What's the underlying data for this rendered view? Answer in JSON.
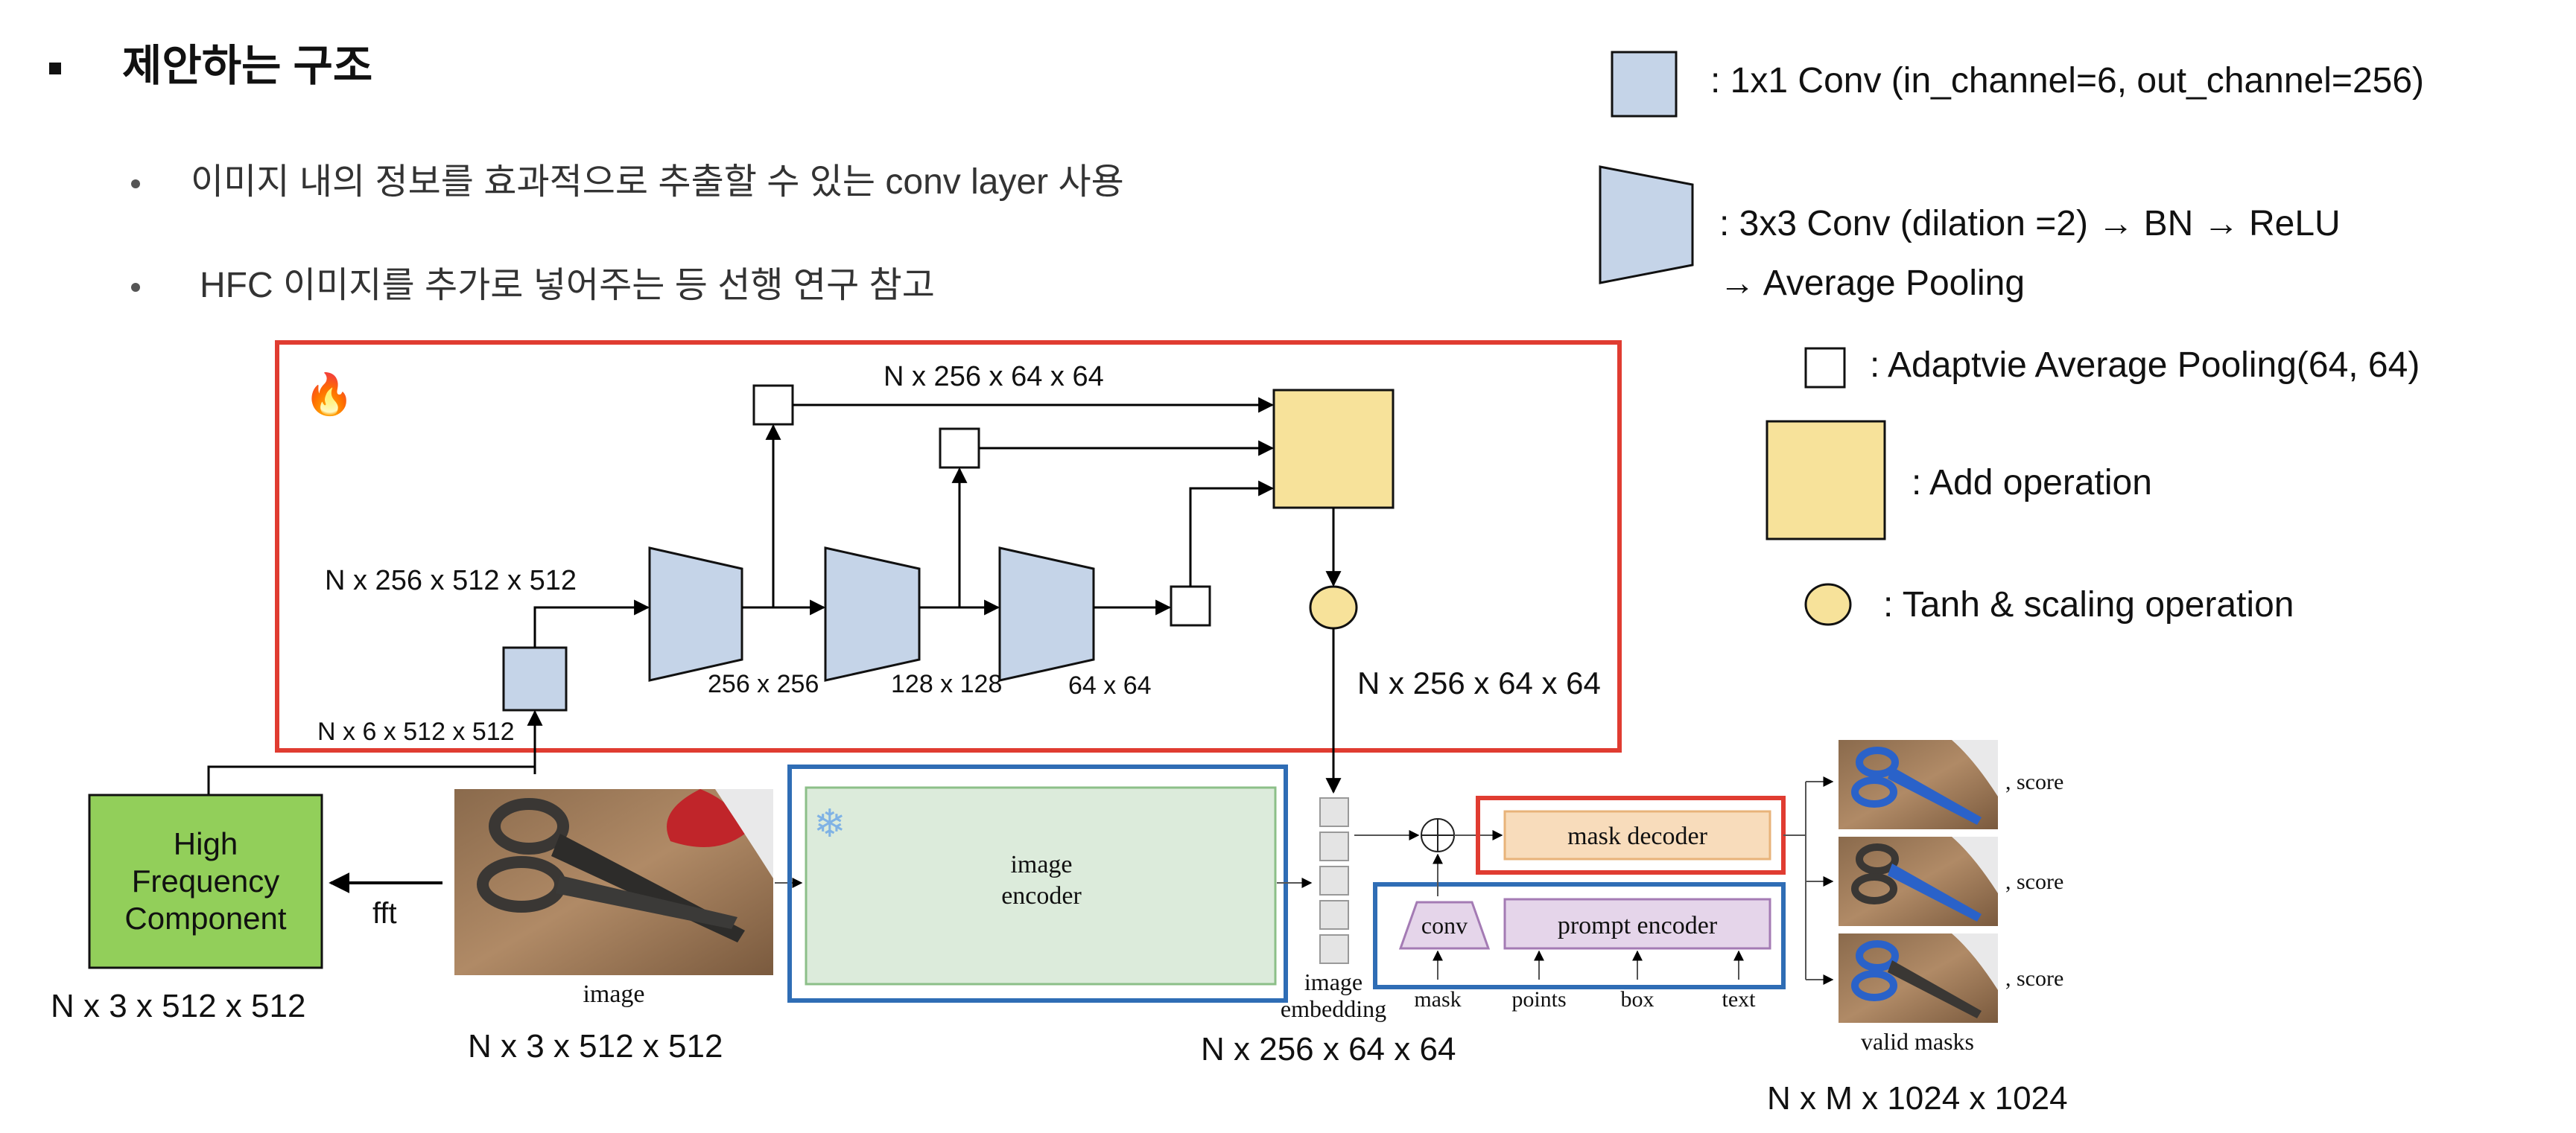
{
  "header": {
    "title": "제안하는 구조",
    "bullets": [
      "이미지 내의 정보를 효과적으로 추출할 수 있는 conv layer 사용",
      "HFC 이미지를 추가로 넣어주는 등 선행 연구 참고"
    ]
  },
  "legend": {
    "items": [
      {
        "icon": "conv1x1-icon",
        "lines": [
          ": 1x1 Conv (in_channel=6, out_channel=256)"
        ]
      },
      {
        "icon": "conv3x3-trapezoid-icon",
        "lines": [
          ": 3x3 Conv (dilation =2) → BN → ReLU",
          "→ Average Pooling"
        ]
      },
      {
        "icon": "adaptive-pool-square-icon",
        "lines": [
          ": Adaptvie Average Pooling(64, 64)"
        ]
      },
      {
        "icon": "add-op-square-icon",
        "lines": [
          ": Add operation"
        ]
      },
      {
        "icon": "tanh-circle-icon",
        "lines": [
          ": Tanh & scaling operation"
        ]
      }
    ]
  },
  "adapter": {
    "fire_icon": "🔥",
    "labels": {
      "pool_top": "N x 256 x 64 x 64",
      "conv1_out": "N x 256 x 512 x 512",
      "conv1_in": "N x 6 x 512 x 512",
      "s1": "256 x 256",
      "s2": "128 x 128",
      "s3": "64 x 64",
      "fusion_out": "N x 256 x 64 x 64"
    }
  },
  "sam": {
    "hfc_label": [
      "High",
      "Frequency",
      "Component"
    ],
    "hfc_dims": "N x 3 x 512 x 512",
    "fft_label": "fft",
    "image_caption": "image",
    "image_dims": "N x 3 x 512 x 512",
    "encoder_label": [
      "image",
      "encoder"
    ],
    "freeze_icon": "❄",
    "embedding_label": [
      "image",
      "embedding"
    ],
    "embedding_dims": "N x 256 x 64 x 64",
    "mask_decoder": "mask decoder",
    "conv_label": "conv",
    "prompt_encoder": "prompt encoder",
    "prompt_inputs": [
      "mask",
      "points",
      "box",
      "text"
    ],
    "score_label": ", score",
    "valid_masks": "valid masks",
    "output_dims": "N x M x 1024 x 1024"
  },
  "colors": {
    "red_frame": "#e03c31",
    "blue_frame": "#2f6db5",
    "conv_fill": "#c5d4e8",
    "add_fill": "#f7e29a",
    "hfc_fill": "#92cf5a",
    "encoder_fill": "#dcebdb",
    "decoder_fill": "#f8dcbb",
    "prompt_fill": "#e5d5ea"
  }
}
